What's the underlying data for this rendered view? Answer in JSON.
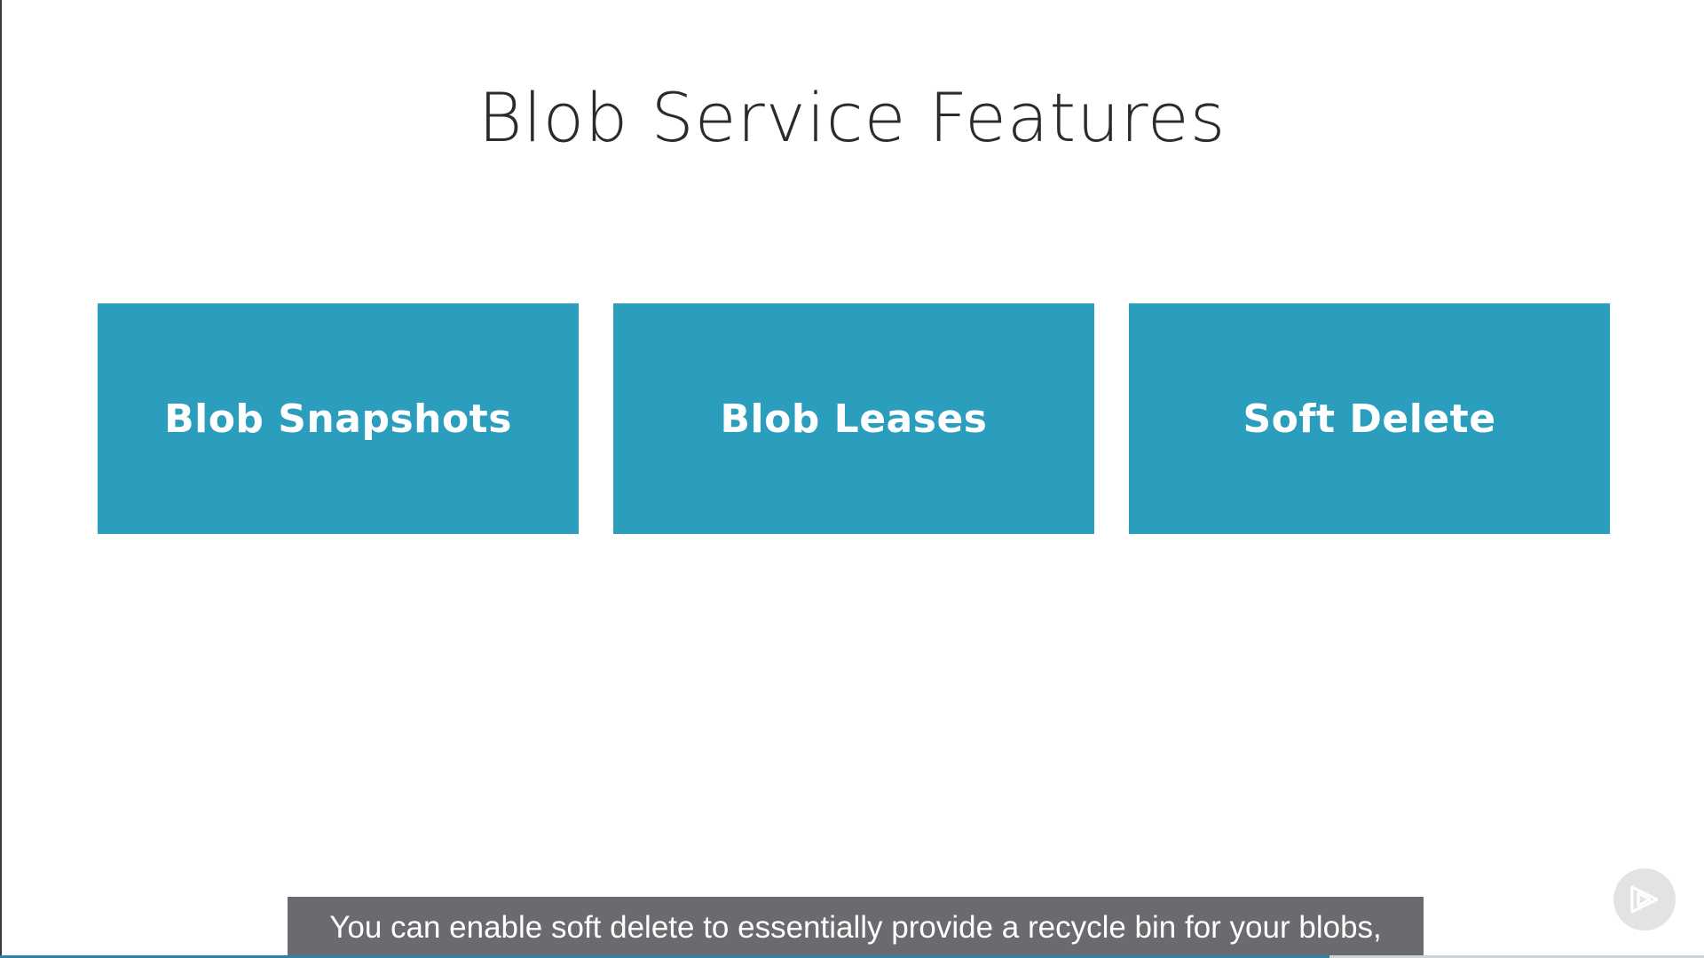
{
  "slide": {
    "title": "Blob Service Features",
    "cards": [
      {
        "label": "Blob Snapshots"
      },
      {
        "label": "Blob Leases"
      },
      {
        "label": "Soft Delete"
      }
    ],
    "card_color": "#2c9ebd"
  },
  "player": {
    "caption": "You can enable soft delete to essentially provide a recycle bin for your blobs,",
    "progress_percent": 78,
    "progress_color": "#2b84a8",
    "brand_icon": "pluralsight-play-logo-icon"
  }
}
